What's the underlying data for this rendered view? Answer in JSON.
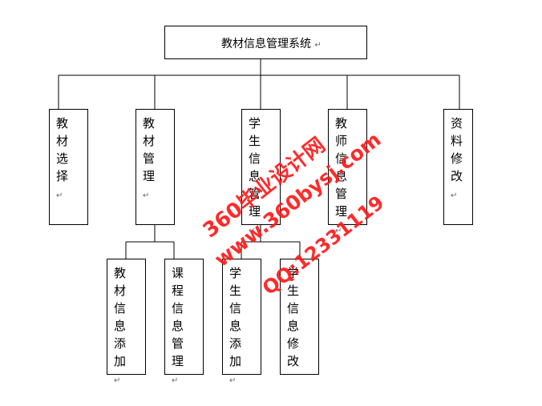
{
  "root": {
    "label": "教材信息管理系统",
    "mark": "↵"
  },
  "level1": [
    {
      "label": "教材选择",
      "mark": "↵"
    },
    {
      "label": "教材管理",
      "mark": "↵"
    },
    {
      "label": "学生信息管理",
      "mark": "↵"
    },
    {
      "label": "教师信息管理",
      "mark": "↵"
    },
    {
      "label": "资料修改",
      "mark": "↵"
    }
  ],
  "level2": [
    {
      "label": "教材信息添加",
      "mark": "↵"
    },
    {
      "label": "课程信息管理",
      "mark": "↵"
    },
    {
      "label": "学生信息添加",
      "mark": "↵"
    },
    {
      "label": "学生信息修改",
      "mark": ""
    }
  ],
  "watermark": {
    "line1": "360毕业设计网",
    "line2": "www.360bysj.com",
    "line3": "QQ:12331119",
    "color": "#ff1a1a"
  }
}
